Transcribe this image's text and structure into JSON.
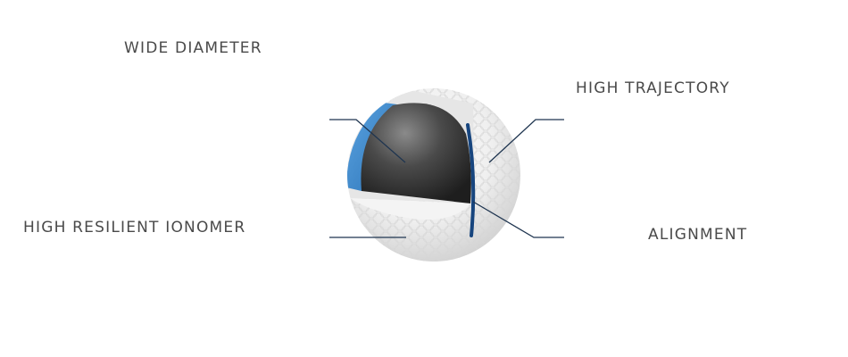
{
  "labels": {
    "wide_diameter": "WIDE DIAMETER",
    "high_trajectory": "HIGH TRAJECTORY",
    "high_resilient_ionomer": "HIGH RESILIENT IONOMER",
    "alignment": "ALIGNMENT"
  },
  "colors": {
    "text": "#4a4a4a",
    "leader_line": "#1f3550",
    "core": "#3a3a3a",
    "mantle": "#3e8fd4",
    "cover": "#f2f2f2",
    "alignment_mark": "#17457e"
  },
  "icons": {
    "ball": "golf-ball-cutaway-icon"
  }
}
